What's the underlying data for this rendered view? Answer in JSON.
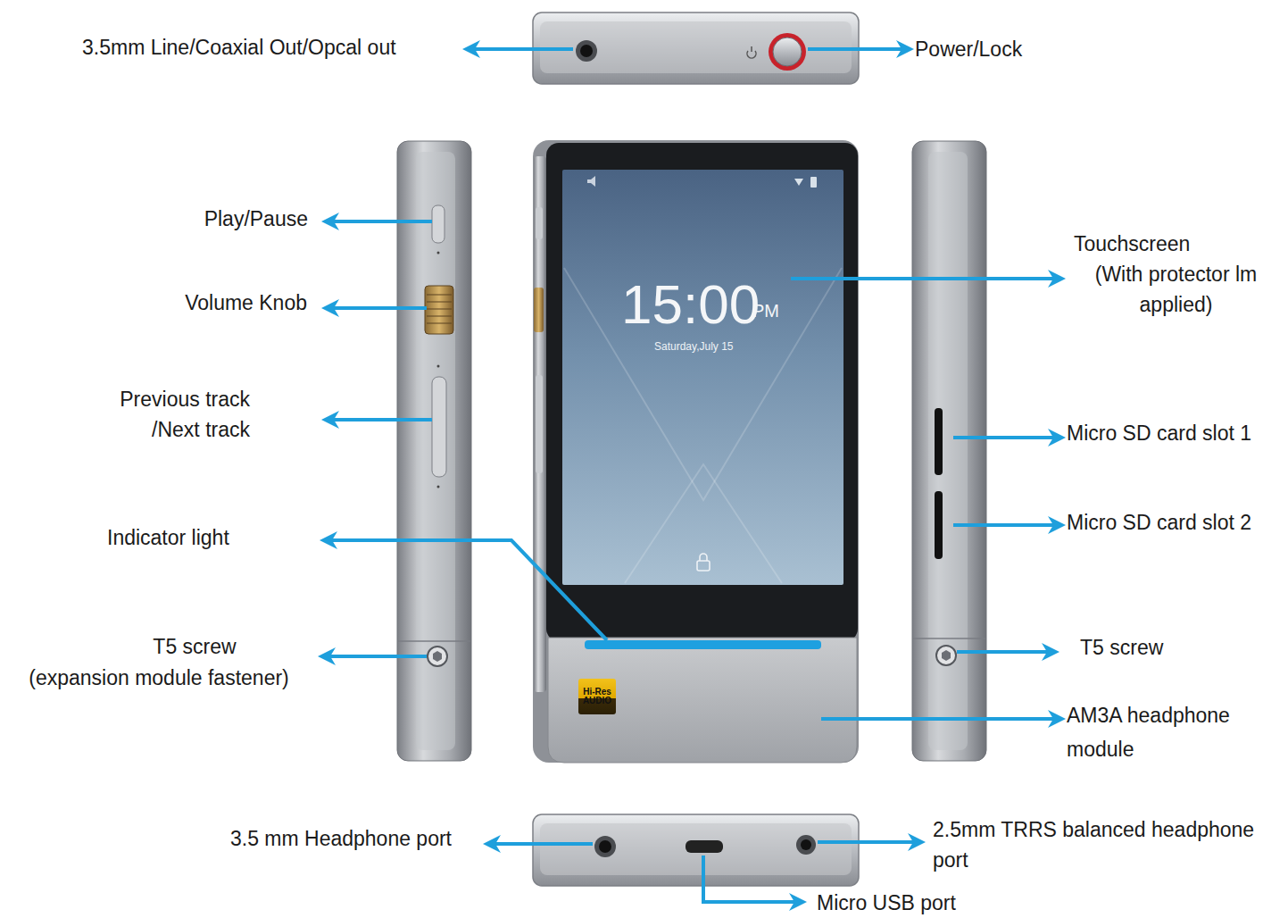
{
  "diagram": {
    "nodes": [
      {
        "text": [
          "15:00",
          "PM",
          "Saturday,July 15"
        ]
      },
      {
        "text": [
          "Hi-Res AUDIO"
        ]
      }
    ],
    "labels": [
      "3.5mm Line/Coaxial Out/Opcal out",
      "Power/Lock",
      "Play/Pause",
      "Volume Knob",
      "Previous track /Next track",
      "Indicator light",
      "T5 screw",
      "(expansion module fastener)",
      "Touchscreen",
      "(With protector lm applied)",
      "Micro SD card slot 1",
      "Micro SD card slot 2",
      "T5 screw",
      "AM3A headphone module",
      "3.5 mm Headphone port",
      "Micro USB port",
      "2.5mm TRRS balanced headphone port"
    ]
  }
}
